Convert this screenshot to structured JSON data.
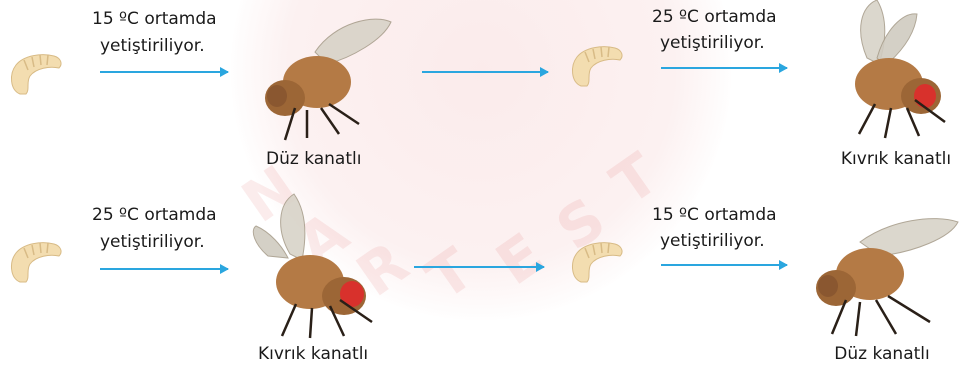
{
  "watermark": {
    "letters": [
      "N",
      "A",
      "R",
      "T",
      "E",
      "S",
      "T"
    ]
  },
  "colors": {
    "arrow": "#2aa6df",
    "larva": "#f3ddb0",
    "fly_body": "#b47a45",
    "eye": "#d8312c"
  },
  "rows": [
    {
      "first_condition": {
        "line1": "15 ºC ortamda",
        "line2": "yetiştiriliyor."
      },
      "first_result": "Düz kanatlı",
      "second_condition": {
        "line1": "25 ºC ortamda",
        "line2": "yetiştiriliyor."
      },
      "second_result": "Kıvrık kanatlı"
    },
    {
      "first_condition": {
        "line1": "25 ºC ortamda",
        "line2": "yetiştiriliyor."
      },
      "first_result": "Kıvrık kanatlı",
      "second_condition": {
        "line1": "15 ºC ortamda",
        "line2": "yetiştiriliyor."
      },
      "second_result": "Düz kanatlı"
    }
  ]
}
